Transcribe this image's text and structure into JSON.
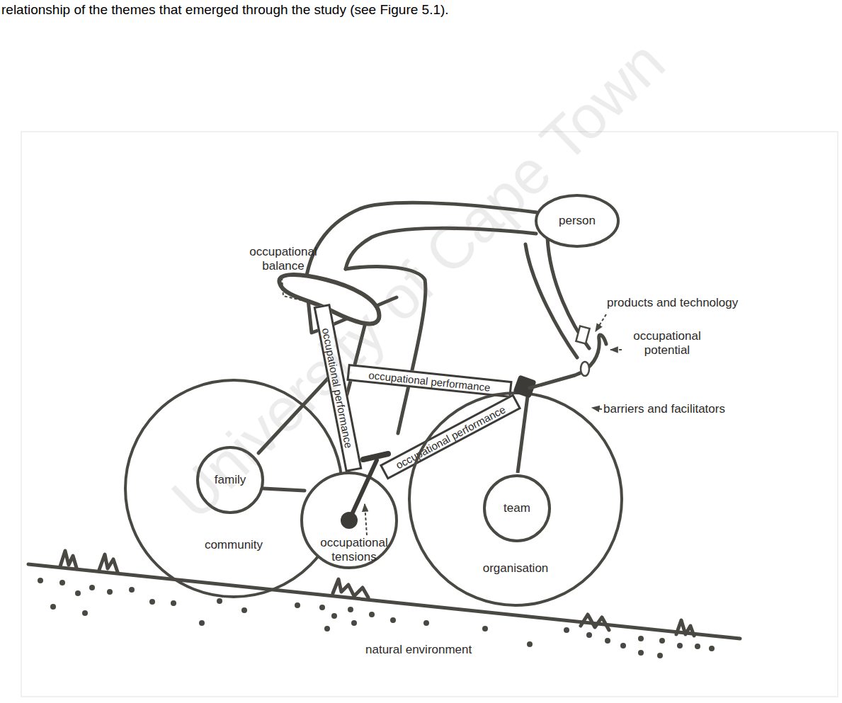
{
  "diagram": {
    "nodes": [
      {
        "text": [
          "person"
        ]
      },
      {
        "text": [
          "occupational performance"
        ]
      },
      {
        "text": [
          "occupational performance"
        ]
      },
      {
        "text": [
          "occupational performance"
        ]
      },
      {
        "text": [
          "community"
        ]
      },
      {
        "text": [
          "family"
        ],
        "in": 4
      },
      {
        "text": [
          "organisation"
        ]
      },
      {
        "text": [
          "team"
        ],
        "in": 6
      }
    ],
    "labels": [
      "relationship of the themes that emerged through the study (see Figure 5.1).",
      "occupational balance",
      "products and technology",
      "occupational potential",
      "barriers and facilitators",
      "occupational tensions",
      "natural environment",
      "University of Cape Town"
    ]
  }
}
